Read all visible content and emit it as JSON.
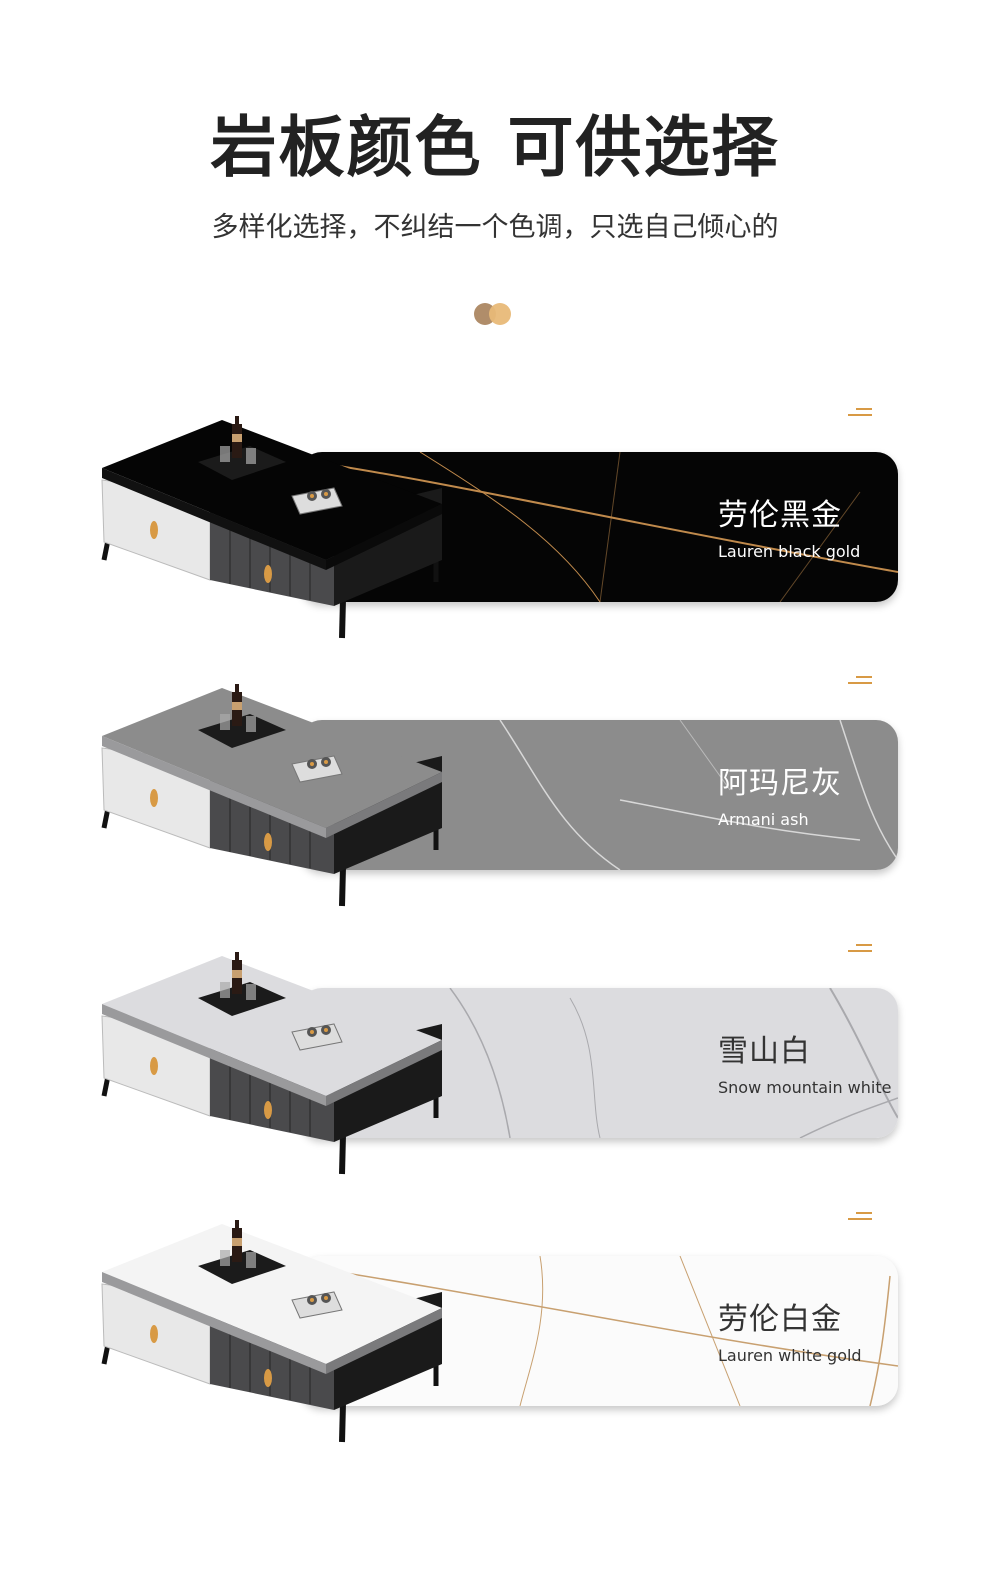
{
  "header": {
    "title": "岩板颜色 可供选择",
    "subtitle": "多样化选择，不纠结一个色调，只选自己倾心的"
  },
  "colors": {
    "dot_left": "#b08d6a",
    "dot_right": "#e8b978",
    "accent_gold": "#d89a45"
  },
  "swatches": [
    {
      "name_cn": "劳伦黑金",
      "name_en": "Lauren black gold",
      "panel_color": "#050505",
      "vein_color": "#c08a4c",
      "text_color": "#ffffff"
    },
    {
      "name_cn": "阿玛尼灰",
      "name_en": "Armani ash",
      "panel_color": "#8c8c8c",
      "vein_color": "#d8d8d8",
      "text_color": "#ffffff"
    },
    {
      "name_cn": "雪山白",
      "name_en": "Snow mountain white",
      "panel_color": "#dcdcdf",
      "vein_color": "#a9a9ad",
      "text_color": "#333333"
    },
    {
      "name_cn": "劳伦白金",
      "name_en": "Lauren white gold",
      "panel_color": "#fbfbfb",
      "vein_color": "#c8a070",
      "text_color": "#333333"
    }
  ]
}
